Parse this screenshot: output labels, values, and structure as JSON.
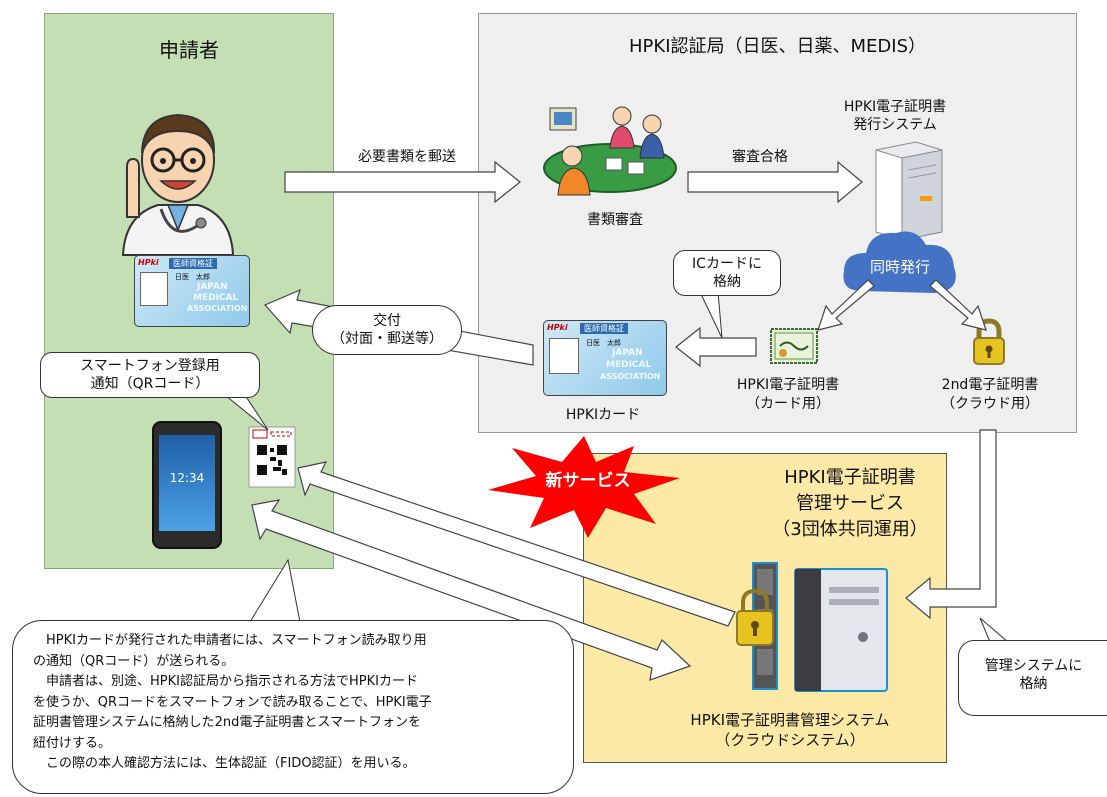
{
  "applicant": {
    "title": "申請者",
    "qr_notice": [
      "スマートフォン登録用",
      "通知（QRコード）"
    ],
    "phone_time": "12:34"
  },
  "authority": {
    "title": "HPKI認証局（日医、日薬、MEDIS）",
    "issue_system": [
      "HPKI電子証明書",
      "発行システム"
    ],
    "document_review": "書類審査",
    "simultaneous_issue": "同時発行",
    "ic_store": [
      "ICカードに",
      "格納"
    ],
    "hpki_card": "HPKIカード",
    "cert_card": [
      "HPKI電子証明書",
      "（カード用）"
    ],
    "cert_cloud": [
      "2nd電子証明書",
      "（クラウド用）"
    ]
  },
  "flows": {
    "mail_docs": "必要書類を郵送",
    "review_pass": "審査合格",
    "delivery": [
      "交付",
      "（対面・郵送等）"
    ]
  },
  "new_service_badge": "新サービス",
  "management": {
    "title": [
      "HPKI電子証明書",
      "管理サービス",
      "（3団体共同運用）"
    ],
    "system": [
      "HPKI電子証明書管理システム",
      "（クラウドシステム）"
    ],
    "store_note": [
      "管理システムに",
      "格納"
    ]
  },
  "id_card": {
    "brand": "HPki",
    "header": "医師資格証",
    "watermark": [
      "JAPAN",
      "MEDICAL",
      "ASSOCIATION"
    ],
    "name": "日医　太郎"
  },
  "explanation": [
    "　HPKIカードが発行された申請者には、スマートフォン読み取り用",
    "の通知（QRコード）が送られる。",
    "　申請者は、別途、HPKI認証局から指示される方法でHPKIカード",
    "を使うか、QRコードをスマートフォンで読み取ることで、HPKI電子",
    "証明書管理システムに格納した2nd電子証明書とスマートフォンを",
    "紐付けする。",
    "　この際の本人確認方法には、生体認証（FIDO認証）を用いる。"
  ],
  "colors": {
    "applicant_bg": "#c5dfb4",
    "authority_bg": "#efefef",
    "management_bg": "#fde9a6",
    "badge_red": "#ff0000",
    "cloud_blue": "#4472c4"
  }
}
